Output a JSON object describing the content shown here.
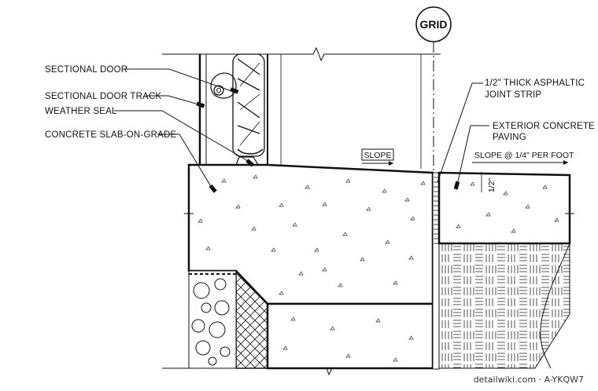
{
  "grid_label": "GRID",
  "labels": {
    "sectional_door": "SECTIONAL DOOR",
    "sectional_door_track": "SECTIONAL DOOR TRACK",
    "weather_seal": "WEATHER SEAL",
    "concrete_slab": "CONCRETE SLAB-ON-GRADE",
    "joint_strip_line1": "1/2\" THICK ASPHALTIC",
    "joint_strip_line2": "JOINT STRIP",
    "paving_line1": "EXTERIOR CONCRETE",
    "paving_line2": "PAVING",
    "slope_interior": "SLOPE",
    "slope_exterior": "SLOPE @ 1/4\" PER FOOT",
    "dimension": "1/2\""
  },
  "footer": "detailwiki.com · A-YKQW7"
}
